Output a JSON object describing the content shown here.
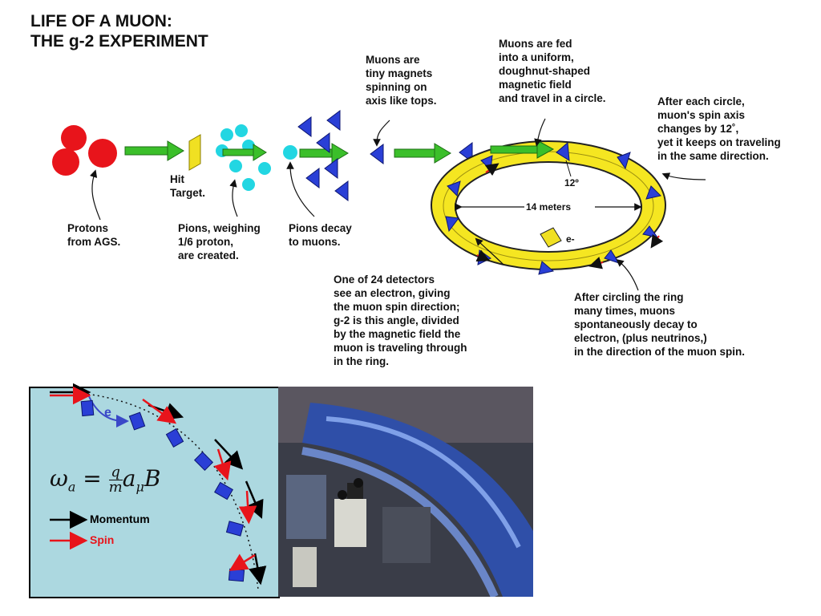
{
  "title_line1": "LIFE OF A MUON:",
  "title_line2": "THE g-2 EXPERIMENT",
  "labels": {
    "protons": "Protons\nfrom AGS.",
    "hit_target": "Hit\nTarget.",
    "pions_created": "Pions, weighing\n1/6 proton,\nare created.",
    "pions_decay": "Pions decay\nto muons.",
    "tiny_magnets": "Muons are\ntiny magnets\nspinning on\naxis like tops.",
    "fed_into_field": "Muons are fed\ninto a uniform,\ndoughnut-shaped\nmagnetic field\nand travel in a circle.",
    "spin_axis": "After each circle,\nmuon's spin axis\nchanges by 12˚,\nyet it keeps on traveling\nin the same direction.",
    "detectors": "One of 24 detectors\nsee an electron, giving\nthe muon spin direction;\ng-2 is this angle, divided\nby the magnetic field the\nmuon is traveling through\nin the ring.",
    "decay": "After circling the ring\nmany times, muons\nspontaneously decay to\nelectron, (plus neutrinos,)\nin the direction of the muon spin."
  },
  "ring": {
    "angle_label": "12º",
    "diameter_label": "14 meters",
    "electron_label": "e-"
  },
  "panel": {
    "electron_label": "e",
    "equation": "ωa = (q/m) aμ B",
    "legend": [
      {
        "label": "Momentum",
        "color": "#000000"
      },
      {
        "label": "Spin",
        "color": "#e8141b"
      }
    ]
  },
  "colors": {
    "proton": "#e8141b",
    "pion": "#22d6e2",
    "arrow_green": "#3bbf2a",
    "ring_yellow": "#f5e621",
    "muon_blue": "#2a3fd6",
    "panel_bg": "#acd8e0"
  }
}
